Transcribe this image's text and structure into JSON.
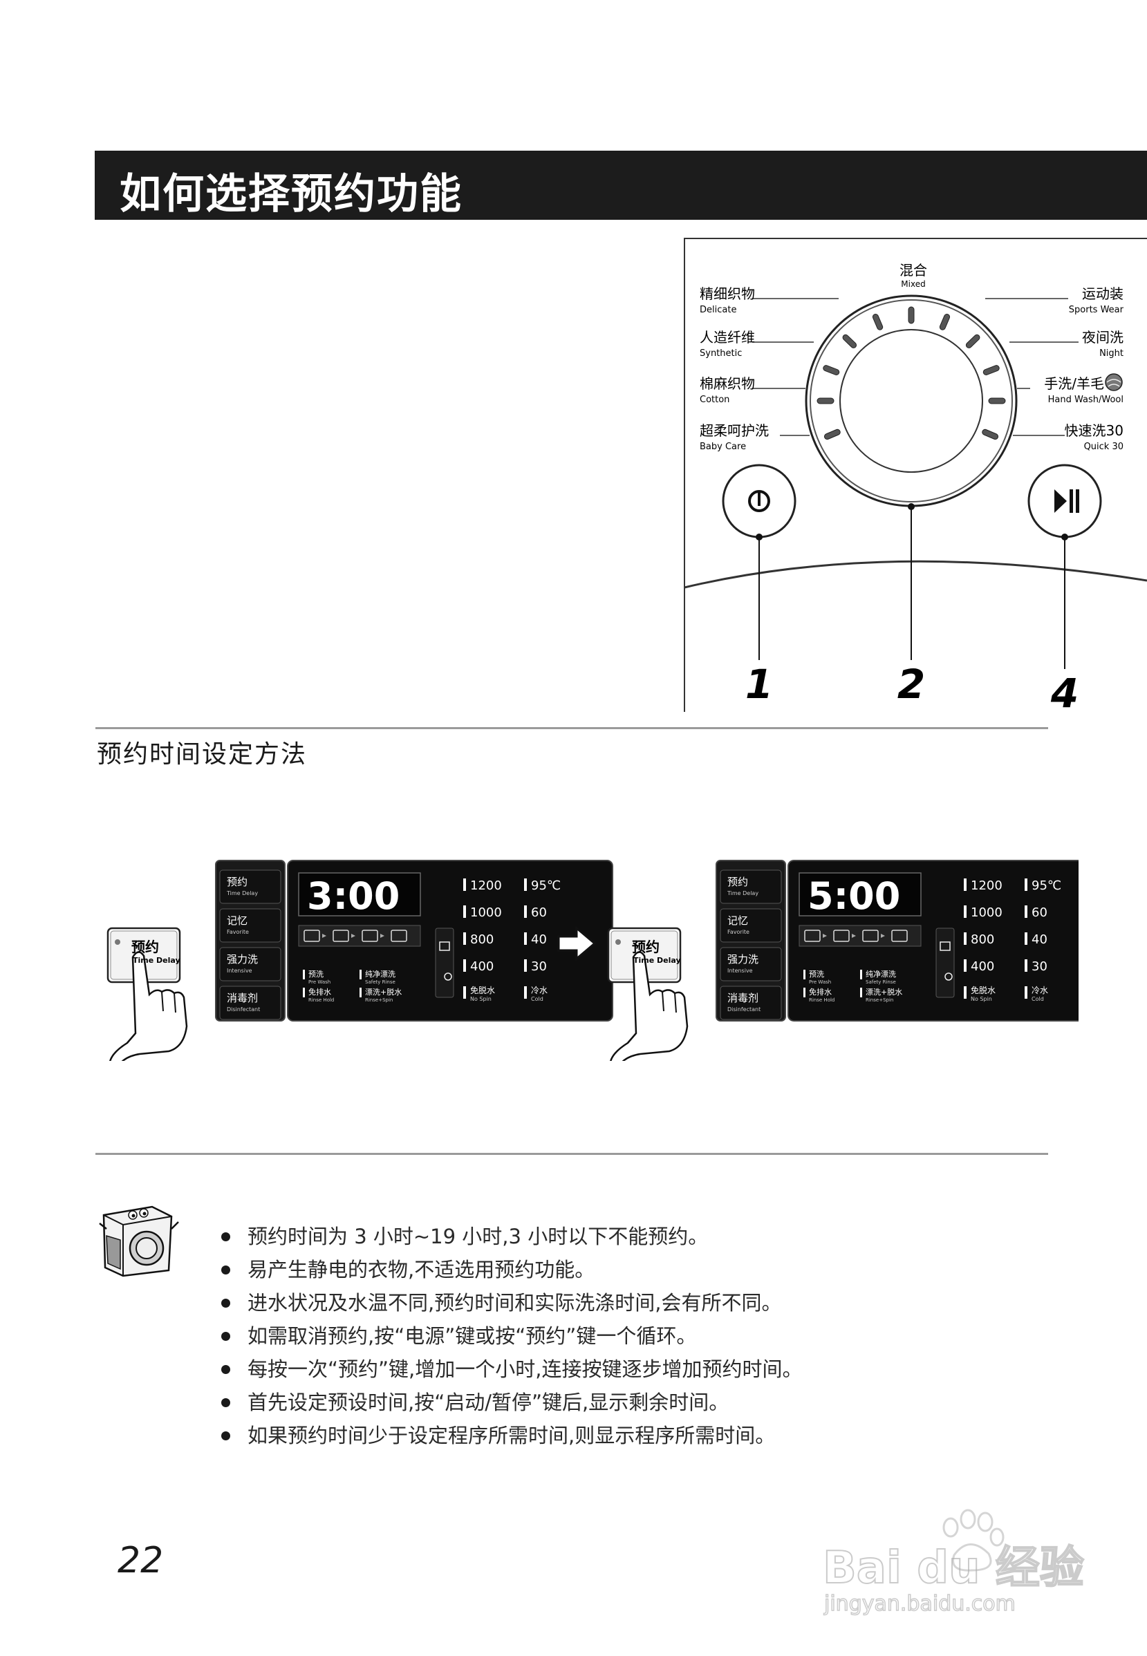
{
  "title": "如何选择预约功能",
  "dial_panel": {
    "programs_left": [
      {
        "cn": "精细织物",
        "en": "Delicate"
      },
      {
        "cn": "人造纤维",
        "en": "Synthetic"
      },
      {
        "cn": "棉麻织物",
        "en": "Cotton"
      },
      {
        "cn": "超柔呵护洗",
        "en": "Baby Care"
      }
    ],
    "program_top": {
      "cn": "混合",
      "en": "Mixed"
    },
    "programs_right": [
      {
        "cn": "运动装",
        "en": "Sports Wear"
      },
      {
        "cn": "夜间洗",
        "en": "Night"
      },
      {
        "cn": "手洗/羊毛",
        "en": "Hand Wash/Wool"
      },
      {
        "cn": "快速洗30",
        "en": "Quick 30"
      }
    ],
    "callouts": [
      "1",
      "2",
      "4"
    ]
  },
  "subtitle": "预约时间设定方法",
  "display_panels": [
    {
      "time": "3:00"
    },
    {
      "time": "5:00"
    }
  ],
  "display_common": {
    "side_buttons": [
      {
        "cn": "预约",
        "en": "Time Delay"
      },
      {
        "cn": "记忆",
        "en": "Favorite"
      },
      {
        "cn": "强力洗",
        "en": "Intensive"
      },
      {
        "cn": "消毒剂",
        "en": "Disinfectant"
      }
    ],
    "spin_speeds": [
      "1200",
      "1000",
      "800",
      "400"
    ],
    "spin_none": {
      "cn": "免脱水",
      "en": "No Spin"
    },
    "temps": [
      "95℃",
      "60",
      "40",
      "30"
    ],
    "temp_cold": {
      "cn": "冷水",
      "en": "Cold"
    },
    "options": [
      {
        "cn": "预洗",
        "en": "Pre Wash"
      },
      {
        "cn": "免排水",
        "en": "Rinse Hold"
      },
      {
        "cn": "纯净漂洗",
        "en": "Safety Rinse"
      },
      {
        "cn": "漂洗+脱水",
        "en": "Rinse+Spin"
      }
    ],
    "press_button": {
      "cn": "预约",
      "en": "Time Delay"
    }
  },
  "notes": [
    "预约时间为 3 小时~19 小时,3 小时以下不能预约。",
    "易产生静电的衣物,不适选用预约功能。",
    "进水状况及水温不同,预约时间和实际洗涤时间,会有所不同。",
    "如需取消预约,按“电源”键或按“预约”键一个循环。",
    "每按一次“预约”键,增加一个小时,连接按键逐步增加预约时间。",
    "首先设定预设时间,按“启动/暂停”键后,显示剩余时间。",
    "如果预约时间少于设定程序所需时间,则显示程序所需时间。"
  ],
  "page_number": "22",
  "watermark": {
    "brand": "Bai du 经验",
    "url": "jingyan.baidu.com"
  }
}
